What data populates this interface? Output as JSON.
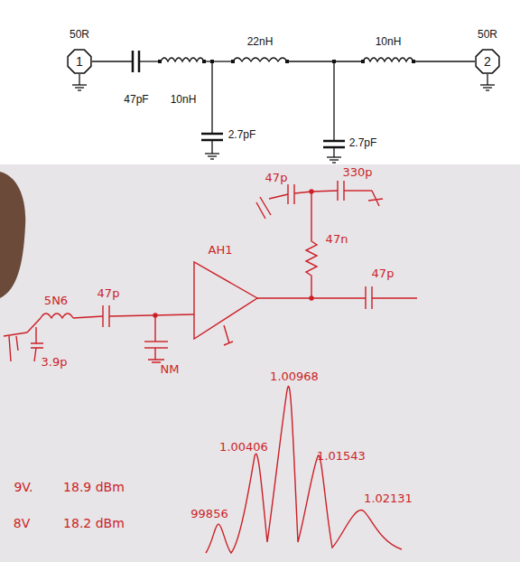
{
  "diagram": {
    "nodes": [
      {
        "text": [
          "50R",
          "1"
        ]
      },
      {
        "text": [
          "50R",
          "2"
        ]
      },
      {
        "text": [
          "AH1"
        ]
      }
    ],
    "labels": [
      "47pF",
      "10nH",
      "22nH",
      "10nH",
      "2.7pF",
      "2.7pF",
      "5N6",
      "3.9p",
      "47p",
      "NM",
      "47p",
      "330p",
      "47n",
      "47p",
      "1.00968",
      "1.00406",
      "1.01543",
      "1.02131",
      "99856",
      "9V.",
      "18.9 dBm",
      "8V",
      "18.2 dBm"
    ]
  }
}
